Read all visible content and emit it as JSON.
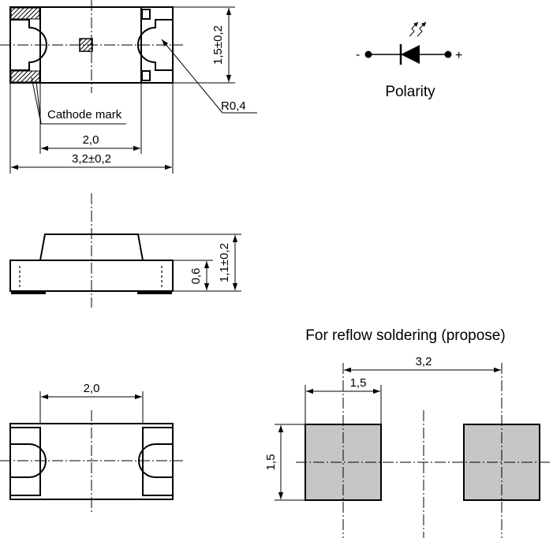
{
  "top_view": {
    "cathode_mark_label": "Cathode mark",
    "radius_label": "R0,4",
    "dim_inner_width": "2,0",
    "dim_total_width": "3,2±0,2",
    "dim_height": "1,5±0,2"
  },
  "polarity": {
    "title": "Polarity",
    "minus_sign": "-",
    "plus_sign": "+"
  },
  "side_view": {
    "dim_base_height": "0,6",
    "dim_total_height": "1,1±0,2"
  },
  "bottom_view": {
    "dim_pad_spacing": "2,0"
  },
  "footprint": {
    "title": "For reflow soldering (propose)",
    "dim_pitch": "3,2",
    "dim_pad_width": "1,5",
    "dim_pad_height": "1,5"
  }
}
